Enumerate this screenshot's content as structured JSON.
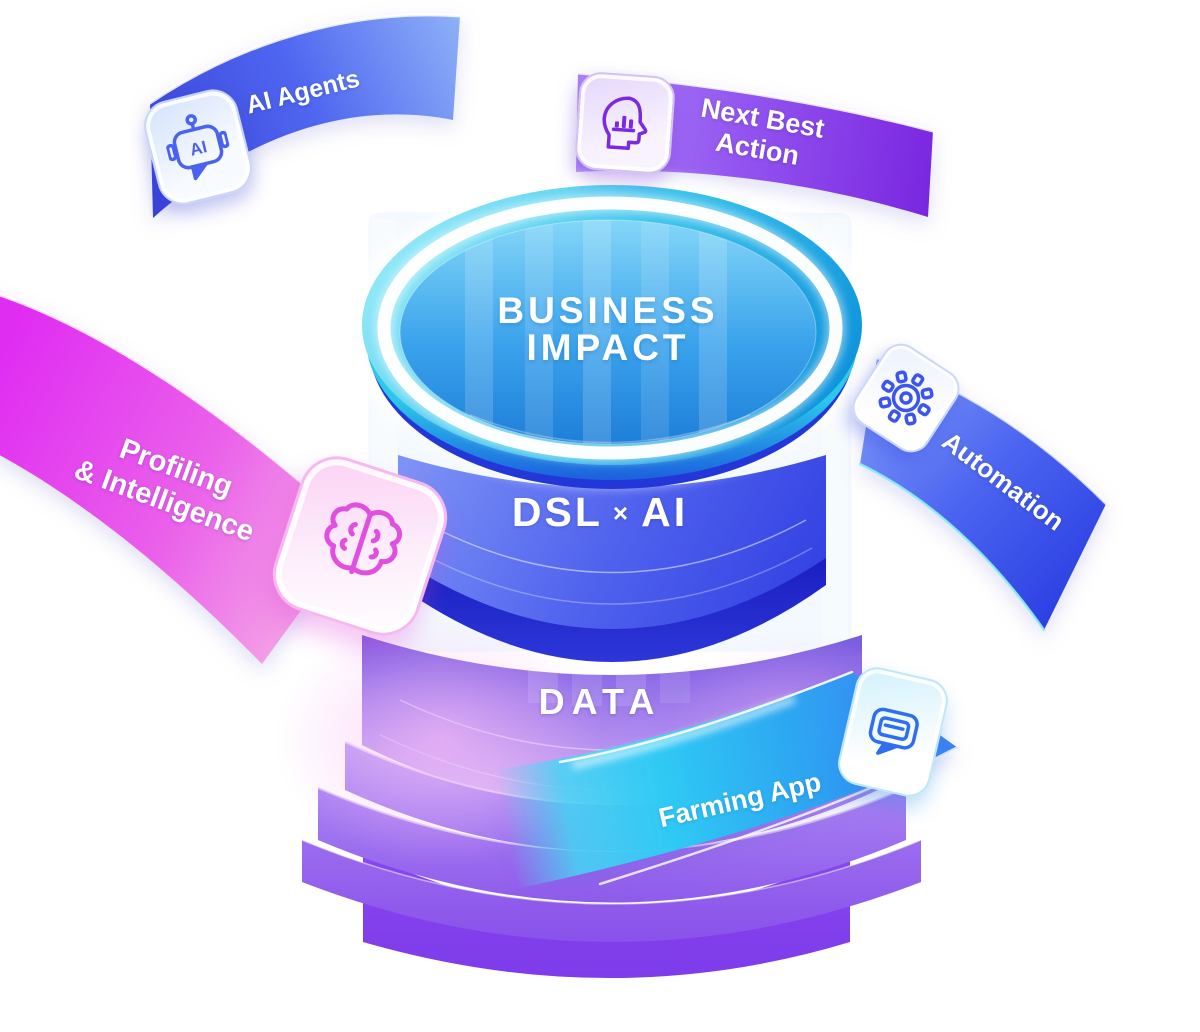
{
  "stack": {
    "top": {
      "id": "business-impact",
      "line1": "BUSINESS",
      "line2": "IMPACT"
    },
    "middle": {
      "id": "dsl-ai",
      "left": "DSL",
      "times": "×",
      "right": "AI"
    },
    "bottom": {
      "id": "data",
      "label": "DATA"
    }
  },
  "ribbons": {
    "ai_agents": {
      "label": "AI Agents",
      "icon": "robot-ai-icon"
    },
    "next_best_action": {
      "line1": "Next Best",
      "line2": "Action",
      "icon": "head-analytics-icon"
    },
    "automation": {
      "label": "Automation",
      "icon": "gear-icon"
    },
    "profiling_intelligence": {
      "line1": "Profiling",
      "line2": "& Intelligence",
      "icon": "brain-icon"
    },
    "farming_app": {
      "label": "Farming App",
      "icon": "chat-bubble-icon"
    }
  },
  "icons": {
    "robot_face_text": "AI"
  },
  "colors": {
    "ai_agents_gradient": [
      "#3a43d8",
      "#8fb2f8"
    ],
    "next_best_action_gradient": [
      "#a982f6",
      "#7a26e0"
    ],
    "automation_gradient": [
      "#7b96f8",
      "#2b3fe2"
    ],
    "profiling_gradient": [
      "#e02df2",
      "#f6aee6"
    ],
    "farming_gradient": [
      "#46d6f4",
      "#3f7ef5"
    ],
    "top_layer": "#2fb9ea",
    "middle_layer": "#4a5cee",
    "data_layer": "#8a5cf0",
    "base_pedestal": "#7f42e8",
    "label_text": "#ffffff"
  }
}
